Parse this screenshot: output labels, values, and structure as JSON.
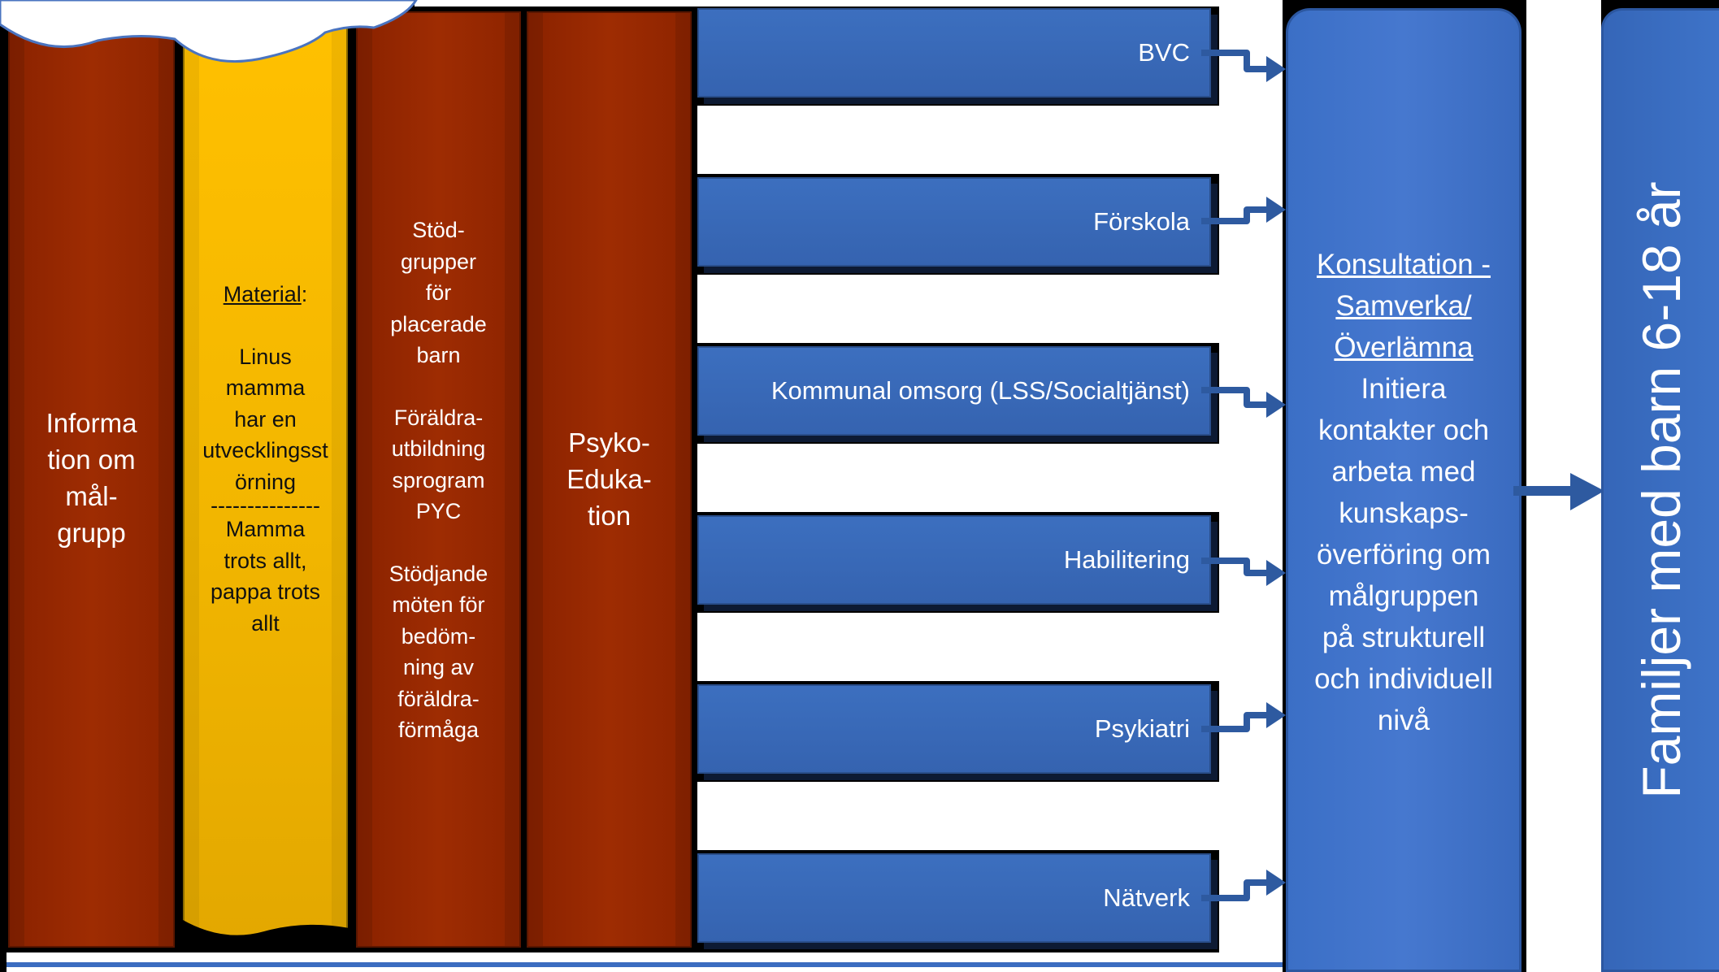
{
  "columns": {
    "info": {
      "lines": [
        "Informa",
        "tion om",
        "mål-",
        "grupp"
      ]
    },
    "material": {
      "heading": "Material",
      "heading_suffix": ":",
      "linus": [
        "Linus",
        "mamma",
        "har en",
        "utvecklingsst",
        "örning"
      ],
      "divider": "---------------",
      "mamma": [
        "Mamma",
        "trots allt,",
        "pappa trots",
        "allt"
      ]
    },
    "stod": {
      "group1": [
        "Stöd-",
        "grupper",
        "för",
        "placerade",
        "barn"
      ],
      "group2": [
        "Föräldra-",
        "utbildning",
        "sprogram",
        "PYC"
      ],
      "group3": [
        "Stödjande",
        "möten för",
        "bedöm-",
        "ning av",
        "föräldra-",
        "förmåga"
      ]
    },
    "psyko": {
      "lines": [
        "Psyko-",
        "Eduka-",
        "tion"
      ]
    }
  },
  "bars": [
    "BVC",
    "Förskola",
    "Kommunal omsorg  (LSS/Socialtjänst)",
    "Habilitering",
    "Psykiatri",
    "Nätverk"
  ],
  "panel": {
    "heading_lines": [
      "Konsultation -",
      "Samverka/",
      "Överlämna"
    ],
    "body_lines": [
      "Initiera",
      "kontakter och",
      "arbeta med",
      "kunskaps-",
      "överföring om",
      "målgruppen",
      "på strukturell",
      "och individuell",
      "nivå"
    ]
  },
  "target": "Familjer med barn 6-18 år",
  "colors": {
    "red": "#9a2a00",
    "yellow": "#ffc000",
    "blue": "#3b6cc0",
    "arrow": "#2e5aa0"
  }
}
